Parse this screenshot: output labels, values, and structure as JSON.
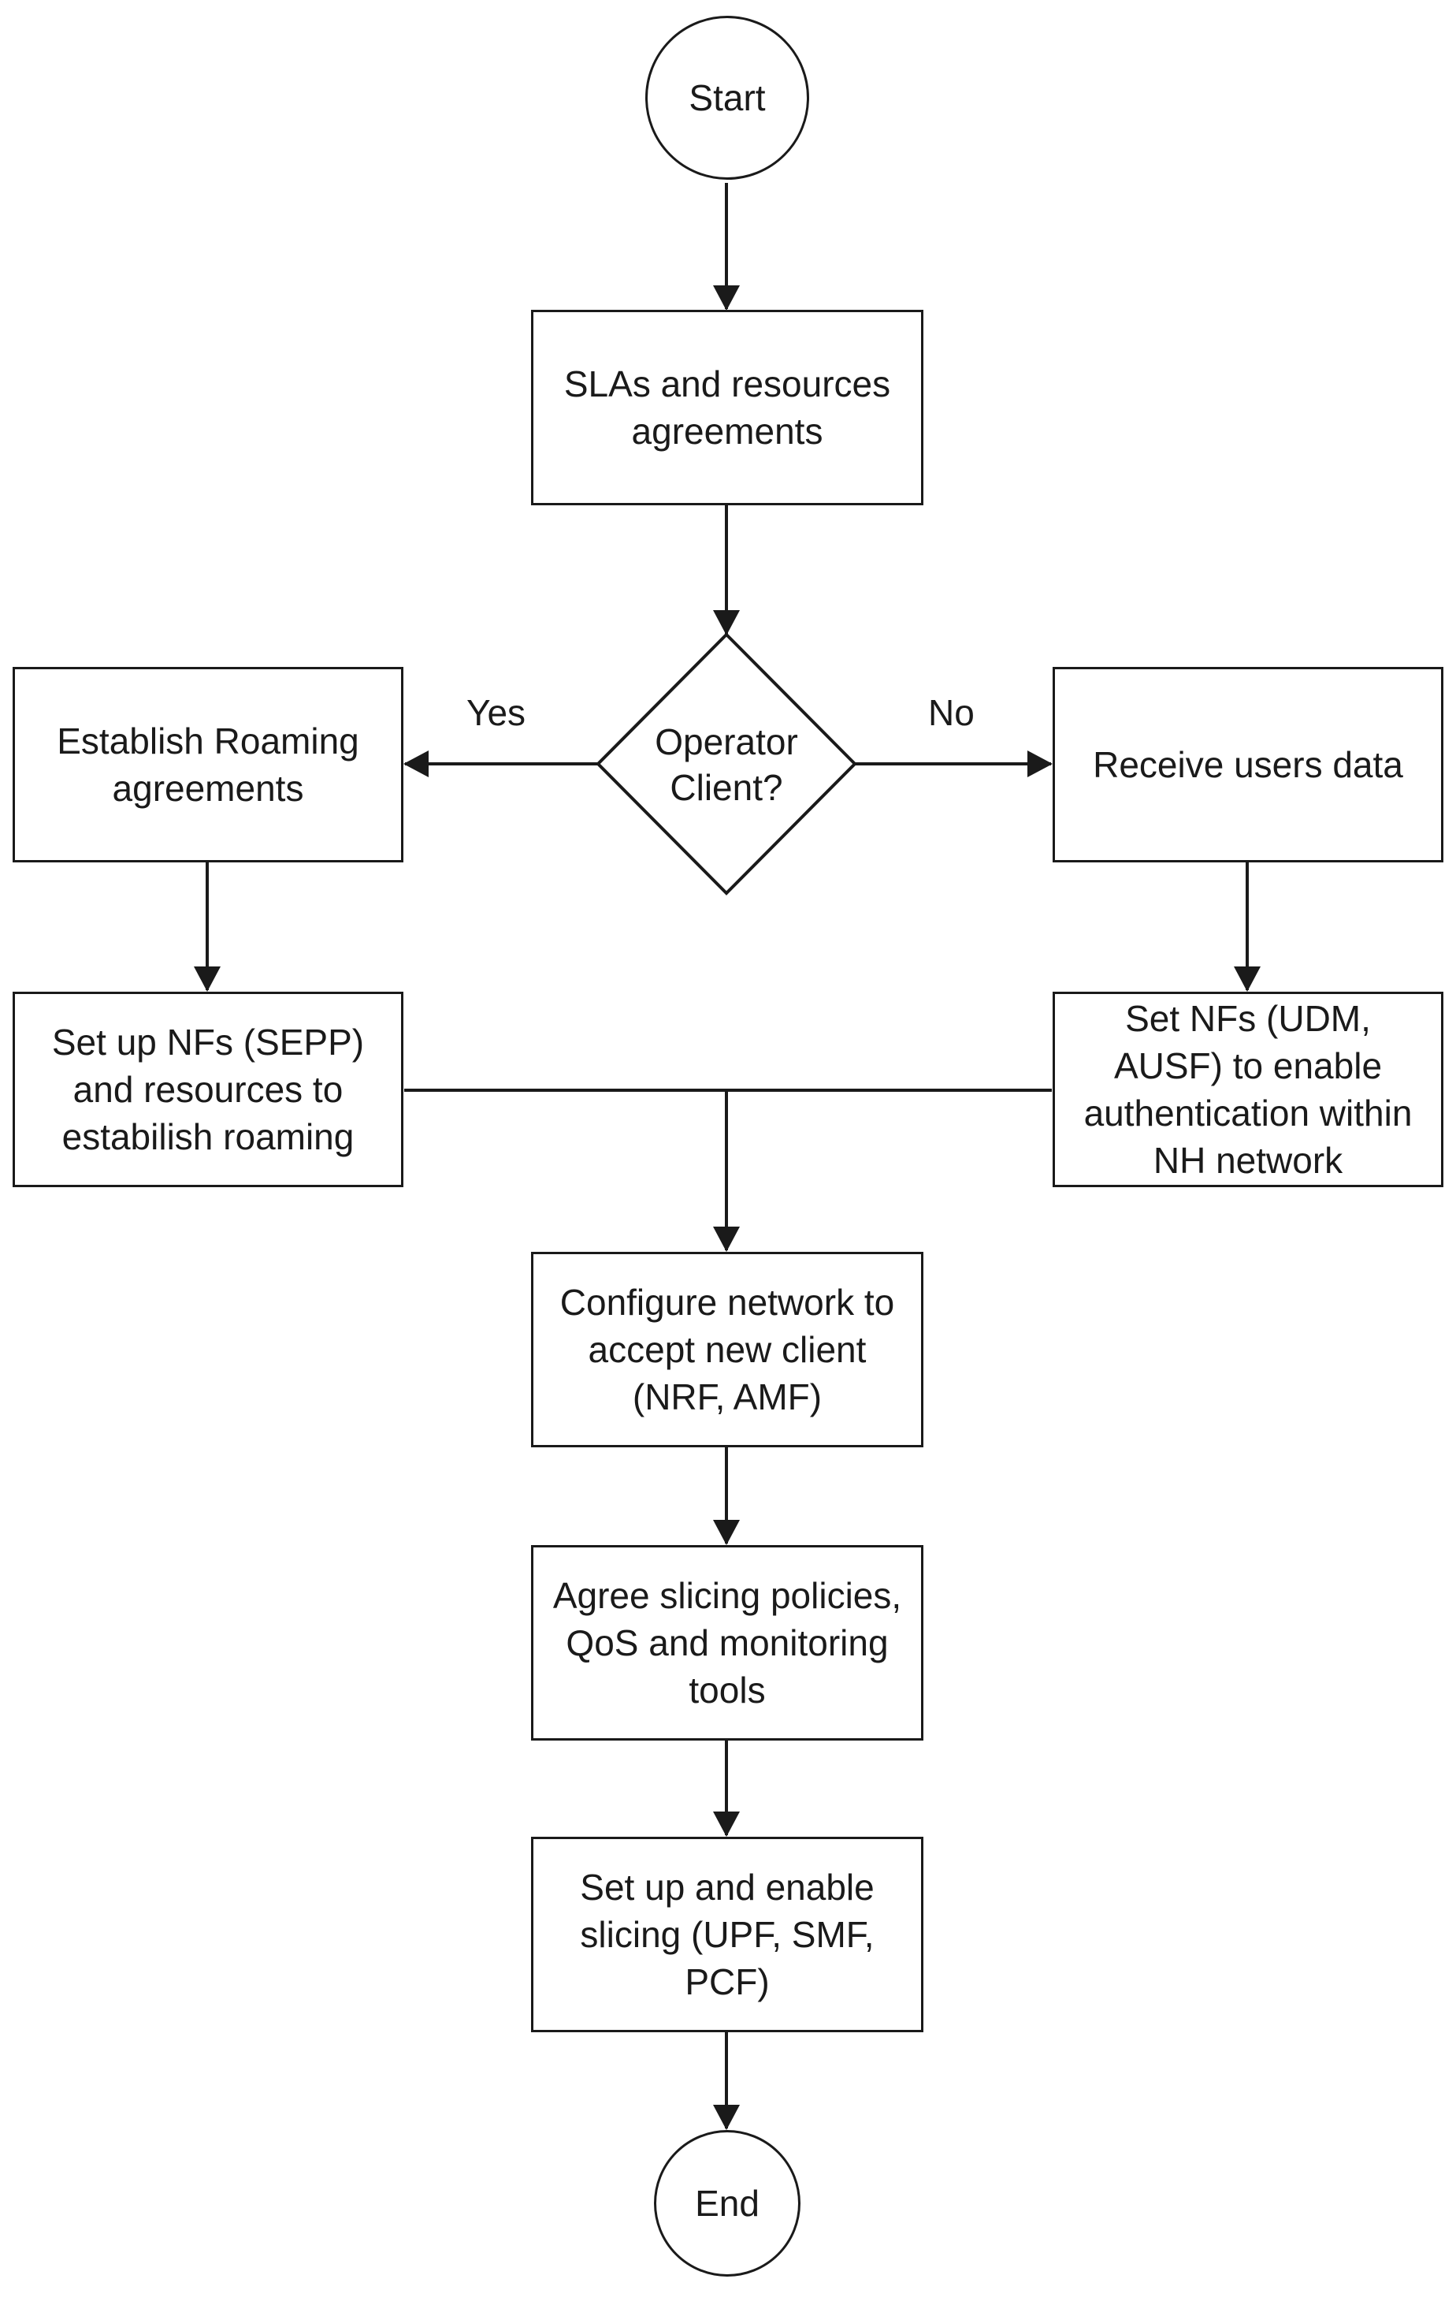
{
  "colors": {
    "stroke": "#1a1a1a",
    "background": "#ffffff"
  },
  "nodes": {
    "start": "Start",
    "sla": "SLAs and resources\nagreements",
    "decision": "Operator\nClient?",
    "roaming": "Establish Roaming\nagreements",
    "receive": "Receive users data",
    "setup_nfs": "Set up NFs (SEPP)\nand resources to\nestabilish roaming",
    "set_nfs_udm": "Set NFs (UDM,\nAUSF) to enable\nauthentication within\nNH network",
    "configure": "Configure network to\naccept new client\n(NRF, AMF)",
    "agree": "Agree slicing policies,\nQoS and monitoring\ntools",
    "slicing": "Set up and enable\nslicing (UPF, SMF,\nPCF)",
    "end": "End"
  },
  "edge_labels": {
    "yes": "Yes",
    "no": "No"
  }
}
